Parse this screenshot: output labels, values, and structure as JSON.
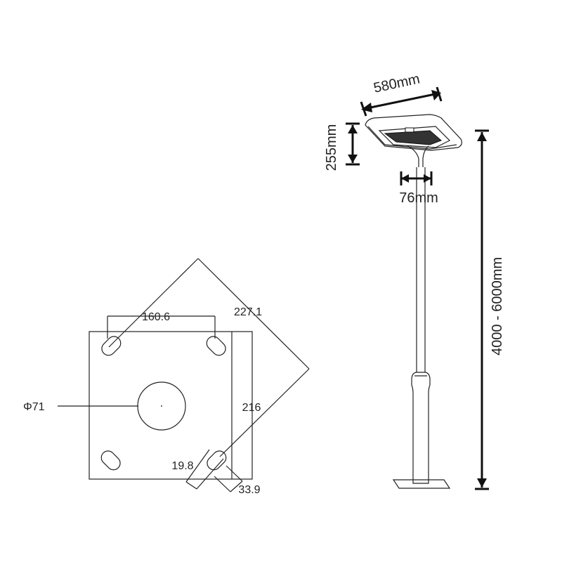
{
  "plate": {
    "hole_spacing": "160.6",
    "diagonal": "227.1",
    "side": "216",
    "center_hole": "Φ71",
    "slot_width": "19.8",
    "slot_length": "33.9"
  },
  "lamp": {
    "head_width": "580mm",
    "head_height": "255mm",
    "pole_diameter": "76mm",
    "pole_height": "4000 - 6000mm"
  }
}
